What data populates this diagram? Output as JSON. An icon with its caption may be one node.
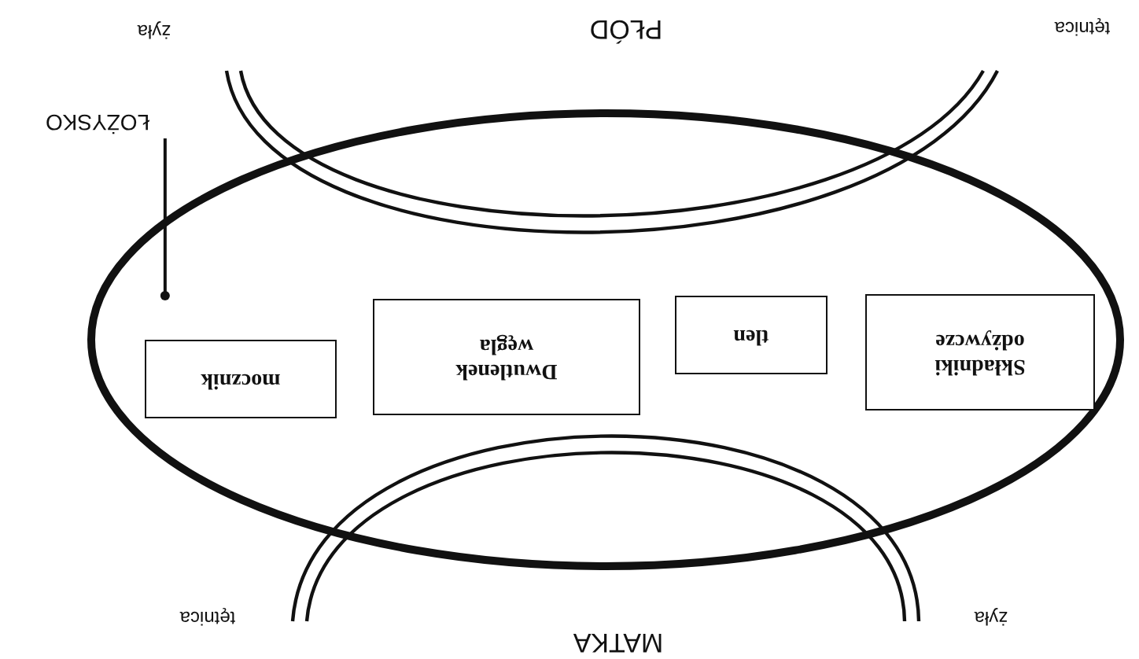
{
  "diagram": {
    "nodes": [
      {
        "text": [],
        "shape": "ellipse"
      },
      {
        "text": [
          "Składniki odżywcze"
        ],
        "in": 0
      },
      {
        "text": [
          "tlen"
        ],
        "in": 0
      },
      {
        "text": [
          "Dwutlenek węgla"
        ],
        "in": 0
      },
      {
        "text": [
          "mocznik"
        ],
        "in": 0
      },
      {
        "text": [
          "ŁOŻYSKO"
        ]
      }
    ],
    "edges": [
      {
        "from": 5,
        "to": 0,
        "arrow": "other"
      }
    ],
    "labels": [
      "żyła",
      "MATKA",
      "tętnica",
      "tętnica",
      "PŁÓD",
      "żyła"
    ]
  }
}
